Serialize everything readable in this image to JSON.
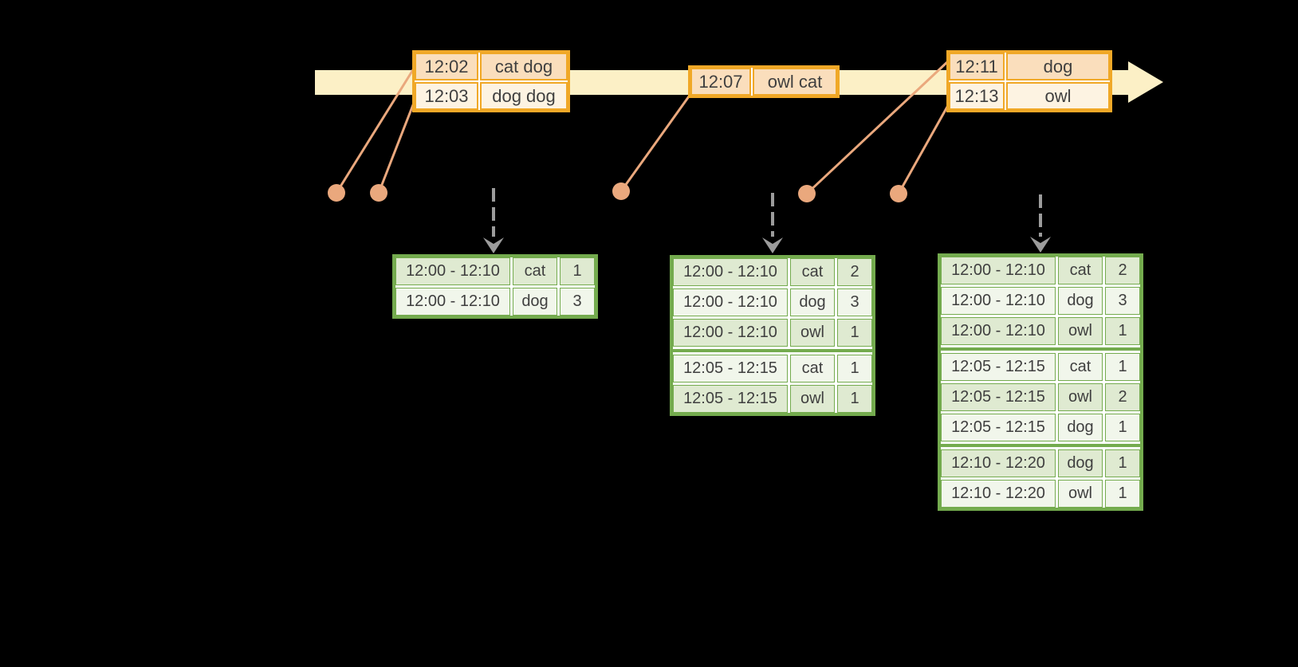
{
  "colors": {
    "background": "#000000",
    "timeline_fill": "#FCF0C6",
    "event_table_border": "#F0A827",
    "event_row_fill_dark": "#FADEBC",
    "event_row_fill_light": "#FDF3E2",
    "result_table_border": "#74AB4E",
    "result_row_fill_dark": "#DFEAD1",
    "result_row_fill_light": "#F1F6EB",
    "connector_line": "#EAA87D",
    "trigger_arrow": "#9C9C9C",
    "text": "#3F3F3F"
  },
  "event_tables": [
    {
      "rows": [
        {
          "time": "12:02",
          "words": "cat dog"
        },
        {
          "time": "12:03",
          "words": "dog dog"
        }
      ]
    },
    {
      "rows": [
        {
          "time": "12:07",
          "words": "owl cat"
        }
      ]
    },
    {
      "rows": [
        {
          "time": "12:11",
          "words": "dog"
        },
        {
          "time": "12:13",
          "words": "owl"
        }
      ]
    }
  ],
  "result_tables": [
    {
      "rows": [
        {
          "window": "12:00 - 12:10",
          "key": "cat",
          "count": "1"
        },
        {
          "window": "12:00 - 12:10",
          "key": "dog",
          "count": "3"
        }
      ]
    },
    {
      "rows": [
        {
          "window": "12:00 - 12:10",
          "key": "cat",
          "count": "2"
        },
        {
          "window": "12:00 - 12:10",
          "key": "dog",
          "count": "3"
        },
        {
          "window": "12:00 - 12:10",
          "key": "owl",
          "count": "1"
        },
        {
          "window": "12:05 - 12:15",
          "key": "cat",
          "count": "1"
        },
        {
          "window": "12:05 - 12:15",
          "key": "owl",
          "count": "1"
        }
      ]
    },
    {
      "rows": [
        {
          "window": "12:00 - 12:10",
          "key": "cat",
          "count": "2"
        },
        {
          "window": "12:00 - 12:10",
          "key": "dog",
          "count": "3"
        },
        {
          "window": "12:00 - 12:10",
          "key": "owl",
          "count": "1"
        },
        {
          "window": "12:05 - 12:15",
          "key": "cat",
          "count": "1"
        },
        {
          "window": "12:05 - 12:15",
          "key": "owl",
          "count": "2"
        },
        {
          "window": "12:05 - 12:15",
          "key": "dog",
          "count": "1"
        },
        {
          "window": "12:10 - 12:20",
          "key": "dog",
          "count": "1"
        },
        {
          "window": "12:10 - 12:20",
          "key": "owl",
          "count": "1"
        }
      ]
    }
  ]
}
